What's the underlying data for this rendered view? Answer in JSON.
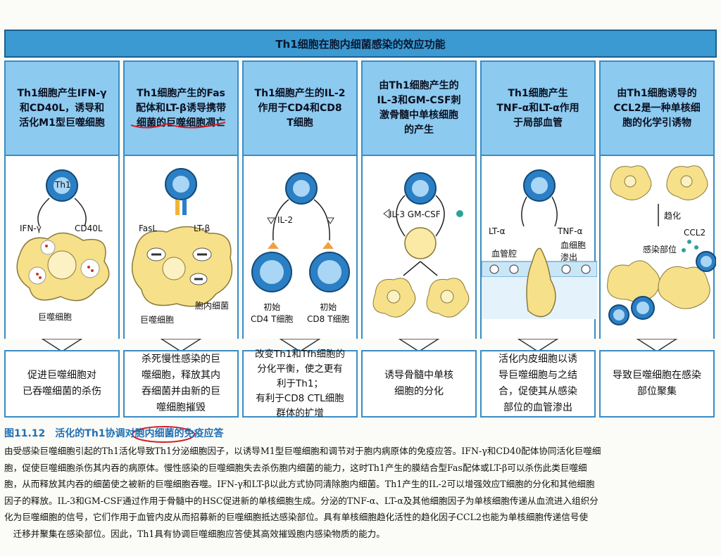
{
  "banner": "Th1细胞在胞内细菌感染的效应功能",
  "columns": [
    {
      "header": "Th1细胞产生IFN-γ\n和CD40L，诱导和\n活化M1型巨噬细胞",
      "labels": {
        "cell": "Th1",
        "left": "IFN-γ",
        "right": "CD40L",
        "bottom": "巨噬细胞"
      },
      "outcome": "促进巨噬细胞对\n已吞噬细菌的杀伤"
    },
    {
      "header": "Th1细胞产生的Fas\n配体和LT-β诱导携带\n细菌的巨噬细胞凋亡",
      "labels": {
        "left": "FasL",
        "right": "LT-β",
        "bottom": "巨噬细胞",
        "inner": "胞内细菌"
      },
      "outcome": "杀死慢性感染的巨\n噬细胞，释放其内\n吞细菌并由新的巨\n噬细胞摧毁"
    },
    {
      "header": "Th1细胞产生的IL-2\n作用于CD4和CD8\nT细胞",
      "labels": {
        "cytokine": "IL-2",
        "left": "初始\nCD4 T细胞",
        "right": "初始\nCD8 T细胞"
      },
      "outcome": "改变Th1和Tfh细胞的\n分化平衡，使之更有\n利于Th1；\n有利于CD8 CTL细胞\n群体的扩增"
    },
    {
      "header": "由Th1细胞产生的\nIL-3和GM-CSF刺\n激骨髓中单核细胞\n的产生",
      "labels": {
        "cytokine": "IL-3 GM-CSF"
      },
      "outcome": "诱导骨髓中单核\n细胞的分化"
    },
    {
      "header": "Th1细胞产生\nTNF-α和LT-α作用\n于局部血管",
      "labels": {
        "left": "LT-α",
        "right": "TNF-α",
        "lumen": "血管腔",
        "extravasation": "血细胞\n渗出"
      },
      "outcome": "活化内皮细胞以诱\n导巨噬细胞与之结\n合，促使其从感染\n部位的血管渗出"
    },
    {
      "header": "由Th1细胞诱导的\nCCL2是一种单核细\n胞的化学引诱物",
      "labels": {
        "chemotaxis": "趋化",
        "chemokine": "CCL2",
        "site": "感染部位"
      },
      "outcome": "导致巨噬细胞在感染\n部位聚集"
    }
  ],
  "caption": "图11.12　活化的Th1协调对胞内细菌的免疫应答",
  "body_lines": [
    "由受感染巨噬细胞引起的Th1活化导致Th1分泌细胞因子，以诱导M1型巨噬细胞和调节对于胞内病原体的免疫应答。IFN-γ和CD40配体协同活化巨噬细",
    "胞，促使巨噬细胞杀伤其内吞的病原体。慢性感染的巨噬细胞失去杀伤胞内细菌的能力，这时Th1产生的膜结合型Fas配体或LT-β可以杀伤此类巨噬细",
    "胞，从而释放其内吞的细菌使之被新的巨噬细胞吞噬。IFN-γ和LT-β以此方式协同清除胞内细菌。Th1产生的IL-2可以增强效应T细胞的分化和其他细胞",
    "因子的释放。IL-3和GM-CSF通过作用于骨髓中的HSC促进新的单核细胞生成。分泌的TNF-α、LT-α及其他细胞因子为单核细胞传递从血流进入组织分",
    "化为巨噬细胞的信号，它们作用于血管内皮从而招募新的巨噬细胞抵达感染部位。具有单核细胞趋化活性的趋化因子CCL2也能为单核细胞传递信号使",
    "　迁移并聚集在感染部位。因此，Th1具有协调巨噬细胞应答使其高效摧毁胞内感染物质的能力。"
  ],
  "colors": {
    "banner": "#3a9ad1",
    "header": "#8dcaf0",
    "cell_blue": "#2b7fc4",
    "macrophage": "#f7e08a",
    "annotation_red": "#d21f2a"
  }
}
